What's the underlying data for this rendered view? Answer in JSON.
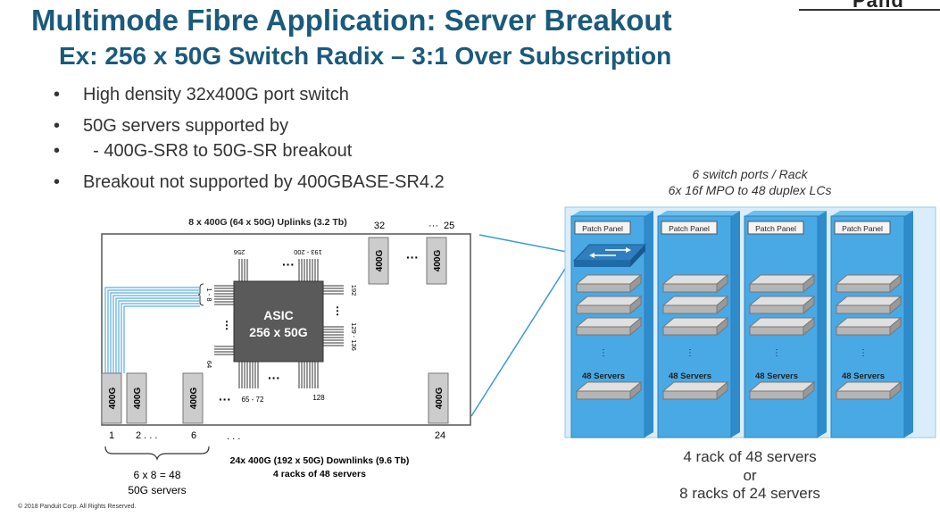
{
  "title": "Multimode Fibre Application: Server Breakout",
  "subtitle": "Ex: 256 x 50G Switch Radix –  3:1 Over Subscription",
  "logo_text": "Pand",
  "bullets": [
    "High density 32x400G port switch",
    "50G servers supported by",
    "  - 400G-SR8 to 50G-SR breakout",
    "Breakout not supported by 400GBASE-SR4.2"
  ],
  "switch": {
    "uplinks_label": "8 x 400G (64 x 50G) Uplinks (3.2 Tb)",
    "top_port_left": "32",
    "top_port_right": "25",
    "dots": "···",
    "asic_line1": "ASIC",
    "asic_line2": "256 x 50G",
    "lane_256": "256",
    "lane_193_200": "193 - 200",
    "lane_192": "192",
    "lane_129_136": "129 - 136",
    "lane_128": "128",
    "lane_65_72": "65 - 72",
    "lane_64": "64",
    "lane_1_8": "1 - 8",
    "port_label": "400G",
    "num_1": "1",
    "num_2": "2 . . .",
    "num_6": "6",
    "num_24": "24",
    "bottom_dots": ". . .",
    "servers_calc": "6 x 8 = 48",
    "servers_50g": "50G servers",
    "downlinks_label": "24x 400G (192 x 50G) Downlinks (9.6 Tb)",
    "downlinks_sub": "4 racks of 48 servers"
  },
  "racks": {
    "caption_line1": "6 switch ports / Rack",
    "caption_line2": "6x 16f MPO to 48 duplex LCs",
    "patch_panel": "Patch Panel",
    "servers": "48 Servers",
    "count": 4,
    "bottom_line1": "4 rack of 48 servers",
    "bottom_line2": "or",
    "bottom_line3": "8 racks of 24 servers"
  },
  "copyright": "© 2018 Panduit Corp.  All Rights Reserved."
}
